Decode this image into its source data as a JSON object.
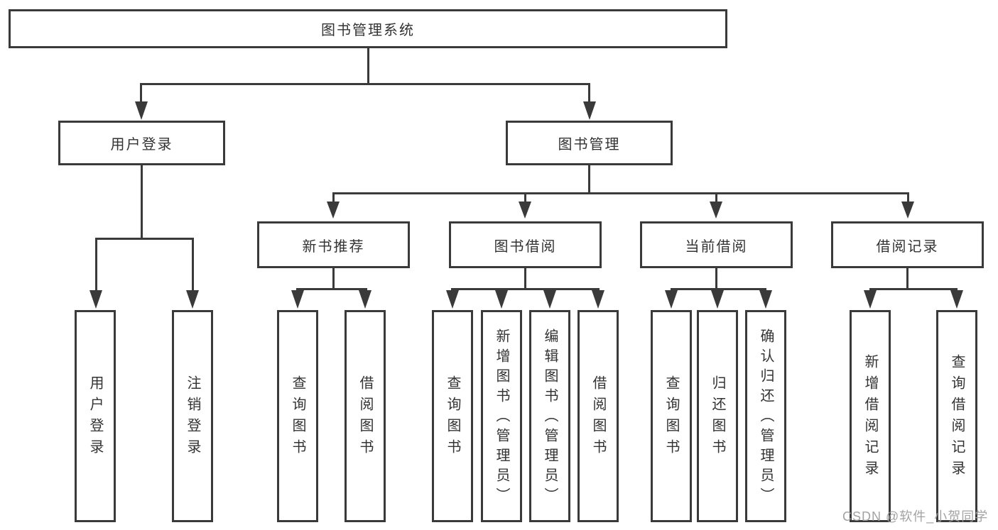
{
  "diagram": {
    "title": "图书管理系统",
    "root": {
      "label": "图书管理系统"
    },
    "level2": [
      {
        "label": "用户登录"
      },
      {
        "label": "图书管理"
      }
    ],
    "level3": [
      {
        "label": "新书推荐"
      },
      {
        "label": "图书借阅"
      },
      {
        "label": "当前借阅"
      },
      {
        "label": "借阅记录"
      }
    ],
    "leaves": {
      "user_login": [
        {
          "label": "用户登录"
        },
        {
          "label": "注销登录"
        }
      ],
      "new_books": [
        {
          "label": "查询图书"
        },
        {
          "label": "借阅图书"
        }
      ],
      "book_borrow": [
        {
          "label": "查询图书"
        },
        {
          "label": "新增图书（管理员）"
        },
        {
          "label": "编辑图书（管理员）"
        },
        {
          "label": "借阅图书"
        }
      ],
      "current_borrow": [
        {
          "label": "查询图书"
        },
        {
          "label": "归还图书"
        },
        {
          "label": "确认归还（管理员）"
        }
      ],
      "borrow_records": [
        {
          "label": "新增借阅记录"
        },
        {
          "label": "查询借阅记录"
        }
      ]
    }
  },
  "watermark": {
    "text": "CSDN @软件_小贺同学"
  },
  "colors": {
    "line": "#3a3a3a",
    "text": "#333333",
    "watermark": "#9e9e9e",
    "background": "#ffffff"
  }
}
